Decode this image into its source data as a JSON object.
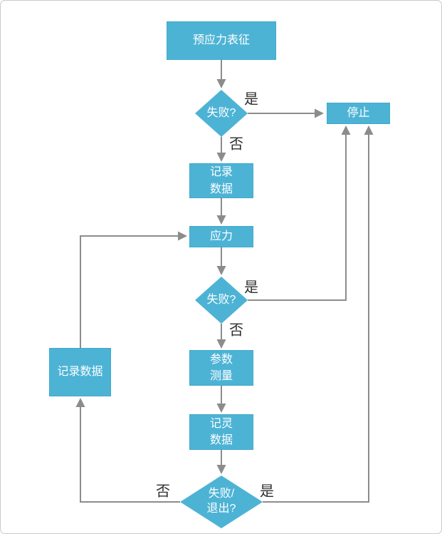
{
  "colors": {
    "node_fill": "#4DB3D5",
    "node_border": "#3FA9CC",
    "node_text": "#FFFFFF",
    "connector": "#8C8C8C",
    "label_text": "#2E2E2E",
    "canvas_border": "#C9C9C9",
    "background": "#FFFFFF"
  },
  "flowchart": {
    "nodes": {
      "start": {
        "label": "预应力表征"
      },
      "decision_fail_1": {
        "label": "失败?"
      },
      "stop": {
        "label": "停止"
      },
      "record_data_1": {
        "label": "记录\n数据"
      },
      "stress": {
        "label": "应力"
      },
      "decision_fail_2": {
        "label": "失败?"
      },
      "parameter_measurement": {
        "label": "参数\n测量"
      },
      "record_data_2": {
        "label": "记灵\n数据"
      },
      "decision_fail_exit": {
        "label": "失败/\n退出?"
      },
      "record_data_left": {
        "label": "记录数据"
      }
    },
    "edge_labels": {
      "yes": "是",
      "no": "否"
    }
  }
}
